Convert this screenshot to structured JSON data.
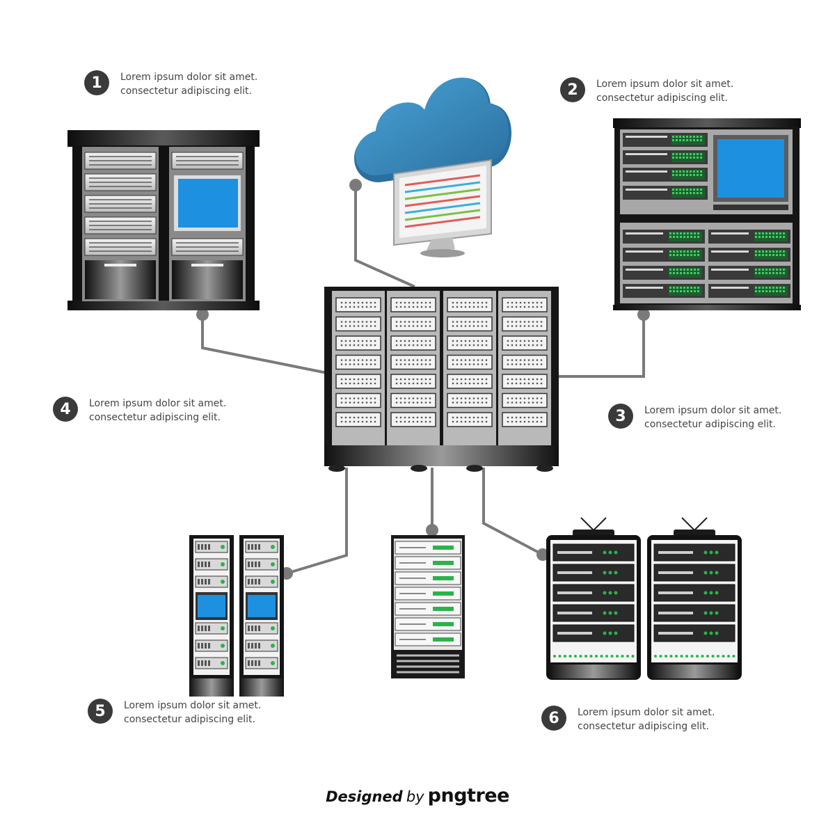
{
  "callouts": [
    {
      "number": "1",
      "line1": "Lorem ipsum dolor sit amet.",
      "line2": "consectetur adipiscing elit."
    },
    {
      "number": "2",
      "line1": "Lorem ipsum dolor sit amet.",
      "line2": "consectetur adipiscing elit."
    },
    {
      "number": "3",
      "line1": "Lorem ipsum dolor sit amet.",
      "line2": "consectetur adipiscing elit."
    },
    {
      "number": "4",
      "line1": "Lorem ipsum dolor sit amet.",
      "line2": "consectetur adipiscing elit."
    },
    {
      "number": "5",
      "line1": "Lorem ipsum dolor sit amet.",
      "line2": "consectetur adipiscing elit."
    },
    {
      "number": "6",
      "line1": "Lorem ipsum dolor sit amet.",
      "line2": "consectetur adipiscing elit."
    }
  ],
  "credit": {
    "designed": "Designed",
    "by": "by",
    "brand": "pngtree"
  },
  "colors": {
    "connector": "#7a7a7a",
    "badge": "#3a3a3a",
    "rack_dark": "#1c1c1c",
    "panel_light": "#cfcfcf",
    "screen_blue": "#1e90e0",
    "cloud_blue": "#3a8cc4",
    "led_green": "#2bb34a"
  },
  "icons": [
    "cloud-icon",
    "monitor-icon",
    "server-rack-icon"
  ]
}
